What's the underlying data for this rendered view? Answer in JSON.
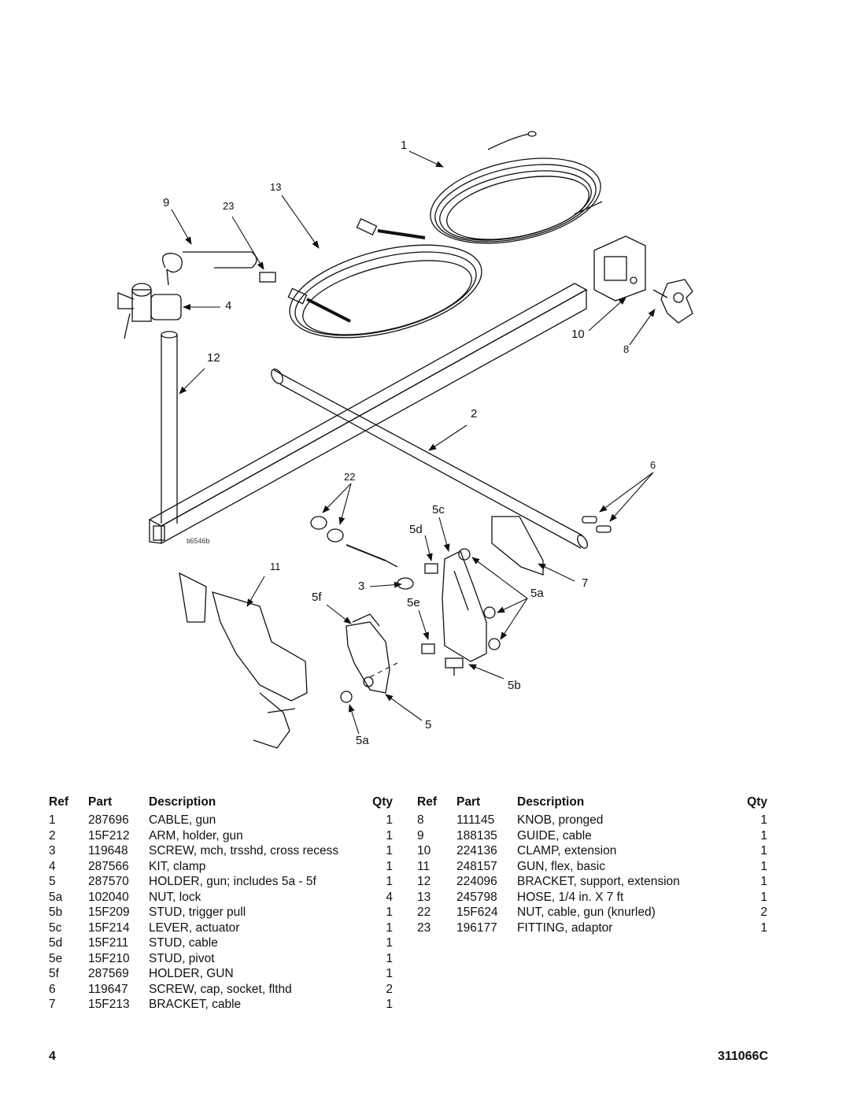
{
  "diagram": {
    "callouts": [
      "1",
      "13",
      "9",
      "23",
      "4",
      "10",
      "8",
      "12",
      "2",
      "6",
      "22",
      "5c",
      "5d",
      "7",
      "11",
      "3",
      "5a",
      "5f",
      "5e",
      "5b",
      "5",
      "5a"
    ],
    "image_id": "ti6546b"
  },
  "table_headers": {
    "ref": "Ref",
    "part": "Part",
    "description": "Description",
    "qty": "Qty"
  },
  "parts_left": [
    {
      "ref": "1",
      "part": "287696",
      "description": "CABLE, gun",
      "qty": "1"
    },
    {
      "ref": "2",
      "part": "15F212",
      "description": "ARM, holder, gun",
      "qty": "1"
    },
    {
      "ref": "3",
      "part": "119648",
      "description": "SCREW, mch, trsshd, cross recess",
      "qty": "1"
    },
    {
      "ref": "4",
      "part": "287566",
      "description": "KIT, clamp",
      "qty": "1"
    },
    {
      "ref": "5",
      "part": "287570",
      "description": "HOLDER, gun; includes 5a - 5f",
      "qty": "1"
    },
    {
      "ref": "5a",
      "part": "102040",
      "description": "NUT, lock",
      "qty": "4"
    },
    {
      "ref": "5b",
      "part": "15F209",
      "description": "STUD, trigger pull",
      "qty": "1"
    },
    {
      "ref": "5c",
      "part": "15F214",
      "description": "LEVER, actuator",
      "qty": "1"
    },
    {
      "ref": "5d",
      "part": "15F211",
      "description": "STUD, cable",
      "qty": "1"
    },
    {
      "ref": "5e",
      "part": "15F210",
      "description": "STUD, pivot",
      "qty": "1"
    },
    {
      "ref": "5f",
      "part": "287569",
      "description": "HOLDER, GUN",
      "qty": "1"
    },
    {
      "ref": "6",
      "part": "119647",
      "description": "SCREW, cap, socket, flthd",
      "qty": "2"
    },
    {
      "ref": "7",
      "part": "15F213",
      "description": "BRACKET, cable",
      "qty": "1"
    }
  ],
  "parts_right": [
    {
      "ref": "8",
      "part": "111145",
      "description": "KNOB, pronged",
      "qty": "1"
    },
    {
      "ref": "9",
      "part": "188135",
      "description": "GUIDE, cable",
      "qty": "1"
    },
    {
      "ref": "10",
      "part": "224136",
      "description": "CLAMP, extension",
      "qty": "1"
    },
    {
      "ref": "11",
      "part": "248157",
      "description": "GUN, flex, basic",
      "qty": "1"
    },
    {
      "ref": "12",
      "part": "224096",
      "description": "BRACKET, support, extension",
      "qty": "1"
    },
    {
      "ref": "13",
      "part": "245798",
      "description": "HOSE, 1/4 in. X 7 ft",
      "qty": "1"
    },
    {
      "ref": "22",
      "part": "15F624",
      "description": "NUT, cable, gun (knurled)",
      "qty": "2"
    },
    {
      "ref": "23",
      "part": "196177",
      "description": "FITTING, adaptor",
      "qty": "1"
    }
  ],
  "footer": {
    "page_number": "4",
    "doc_number": "311066C"
  }
}
